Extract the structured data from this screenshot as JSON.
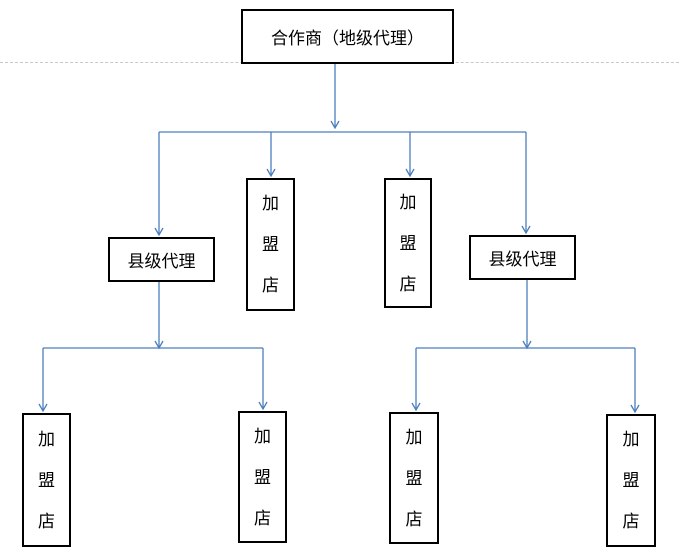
{
  "diagram": {
    "root": {
      "label": "合作商（地级代理）"
    },
    "county_agents": [
      {
        "label": "县级代理"
      },
      {
        "label": "县级代理"
      }
    ],
    "franchise_label": "加盟店",
    "colors": {
      "connector": "#4a7ebb",
      "box_border": "#000000",
      "text": "#000000",
      "dashed_rule": "#c8c8c8"
    }
  }
}
